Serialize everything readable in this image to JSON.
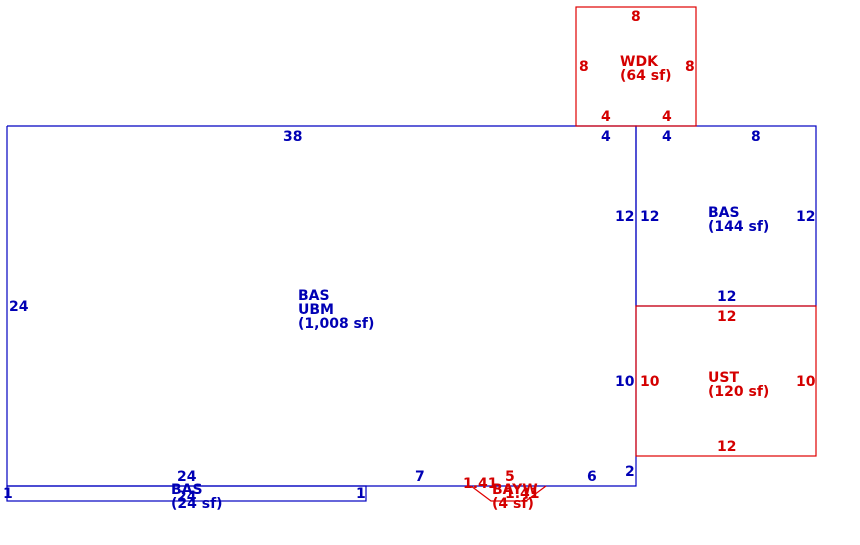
{
  "colors": {
    "blue": "#0000b4",
    "red": "#d40000"
  },
  "areas": {
    "main": {
      "code": "BAS",
      "code2": "UBM",
      "area": "(1,008 sf)"
    },
    "bas_right": {
      "code": "BAS",
      "area": "(144 sf)"
    },
    "wdk": {
      "code": "WDK",
      "area": "(64 sf)"
    },
    "ust": {
      "code": "UST",
      "area": "(120 sf)"
    },
    "bas_small": {
      "code": "BAS",
      "area": "(24 sf)"
    },
    "bayw": {
      "code": "BAYW",
      "area": "(4 sf)"
    }
  },
  "dims": {
    "main_top": "38",
    "main_left": "24",
    "main_top_right": "4",
    "main_right_upper": "12",
    "main_right_lower": "10",
    "main_right_bottom": "2",
    "main_bottom_right": "6",
    "main_bottom_mid": "7",
    "wdk_top": "8",
    "wdk_left": "8",
    "wdk_right": "8",
    "wdk_bottom_left": "4",
    "wdk_bottom_right": "4",
    "bas_right_top_left": "4",
    "bas_right_top": "8",
    "bas_right_left": "12",
    "bas_right_right": "12",
    "bas_right_bottom": "12",
    "ust_top": "12",
    "ust_left": "10",
    "ust_right": "10",
    "ust_bottom": "12",
    "bas_small_top": "24",
    "bas_small_left": "1",
    "bas_small_right": "1",
    "bas_small_bottom": "24",
    "bayw_left": "1.41",
    "bayw_top": "5",
    "bayw_inner": "1.41"
  }
}
